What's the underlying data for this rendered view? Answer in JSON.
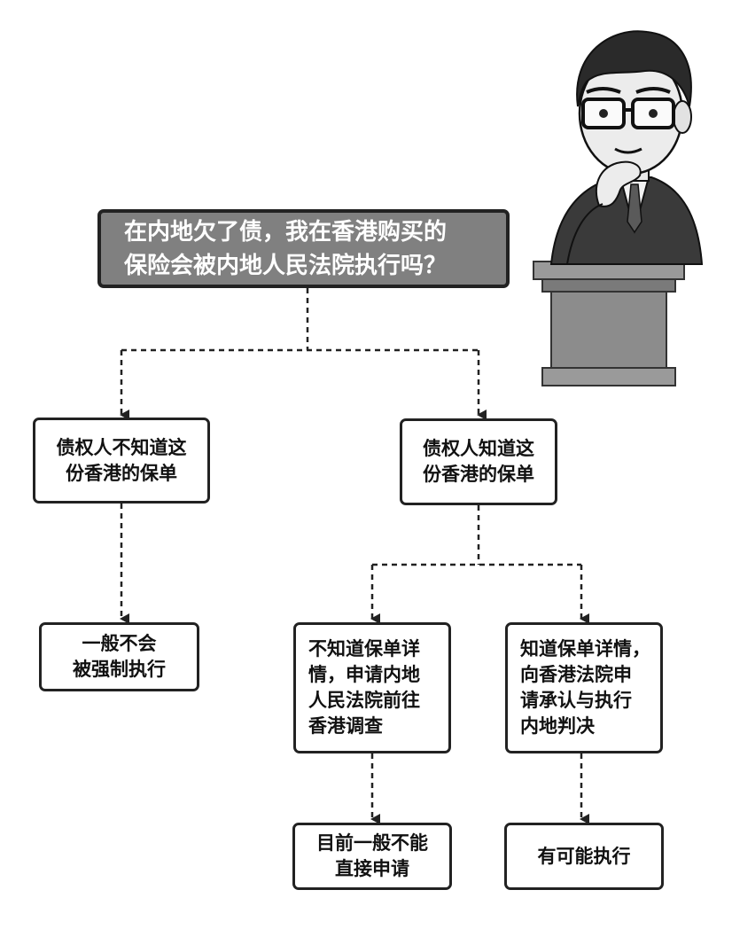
{
  "nodes": {
    "question": "在内地欠了债，我在香港购买的\n保险会被内地人民法院执行吗？",
    "unaware": "债权人不知道这\n份香港的保单",
    "aware": "债权人知道这\n份香港的保单",
    "not_enforced": "一般不会\n被强制执行",
    "no_details": "不知道保单详\n情，申请内地\n人民法院前往\n香港调查",
    "has_details": "知道保单详情，\n向香港法院申\n请承认与执行\n内地判决",
    "cannot_apply": "目前一般不能\n直接申请",
    "may_enforce": "有可能执行"
  },
  "colors": {
    "question_fill": "#808080",
    "border": "#222222",
    "connector": "#222222",
    "podium": "#8c8c8c"
  },
  "icons": {
    "character": "lawyer-thinking-illustration",
    "podium": "podium-icon",
    "arrow": "arrow-down-icon"
  }
}
